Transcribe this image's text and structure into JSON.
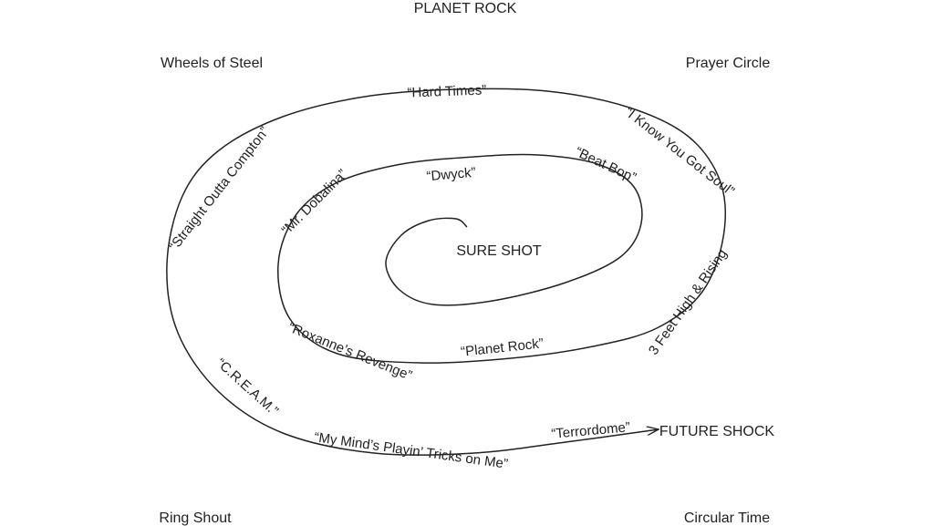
{
  "corners": {
    "top": "PLANET ROCK",
    "top_left": "Wheels of Steel",
    "top_right": "Prayer Circle",
    "bottom_left": "Ring Shout",
    "bottom_right": "Circular Time"
  },
  "center_label": "SURE SHOT",
  "end_label": "FUTURE SHOCK",
  "songs": [
    "“Hard Times”",
    "“I Know You Got Soul”",
    "“Straight Outta Compton”",
    "“Beat Bop”",
    "“Dwyck”",
    "“Mr. Dobalina”",
    "3 Feet High & Rising",
    "“Planet Rock”",
    "“Roxanne’s Revenge”",
    "“C.R.E.A.M.”",
    "“My Mind’s Playin’ Tricks on Me”",
    "“Terrordome”"
  ],
  "colors": {
    "line": "#222222",
    "background": "#ffffff"
  }
}
